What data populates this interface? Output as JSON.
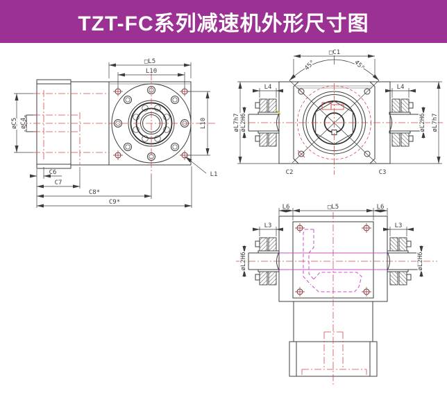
{
  "header": {
    "title": "TZT-FC系列减速机外形尺寸图"
  },
  "colors": {
    "banner_bg": "#9b3193",
    "banner_fg": "#ffffff",
    "line": "#3d3d3d",
    "centerline_red": "#d04a4a",
    "hidden_magenta": "#c94fc9",
    "grey_edge": "#a8a8a8",
    "hatch": "#666666",
    "yellow_mark": "#d4c93e"
  },
  "views": {
    "front": {
      "name": "front flange view",
      "labels": {
        "l5": "□L5",
        "l10_top": "L10",
        "l10_side": "L10",
        "l1": "L1",
        "c5": "øC5",
        "c4": "øC4",
        "c6": "C6",
        "c7": "C7",
        "c8": "C8*",
        "c9": "C9*"
      }
    },
    "side": {
      "name": "input side view",
      "labels": {
        "c1": "□C1",
        "angle_l": "45°",
        "angle_r": "45°",
        "l4_l": "L4",
        "l4_r": "L4",
        "l7_l": "øL7h7",
        "l7_r": "øL7h7",
        "l2_l": "øL2H6",
        "l2_r": "øL2H6",
        "c2": "C2",
        "c3": "C3"
      }
    },
    "top": {
      "name": "top view",
      "labels": {
        "l6_l": "L6",
        "l5": "□L5",
        "l6_r": "L6",
        "l3_l": "L3",
        "l3_r": "L3",
        "l2_l": "øL2H6",
        "l2_r": "øL2H6"
      }
    }
  }
}
